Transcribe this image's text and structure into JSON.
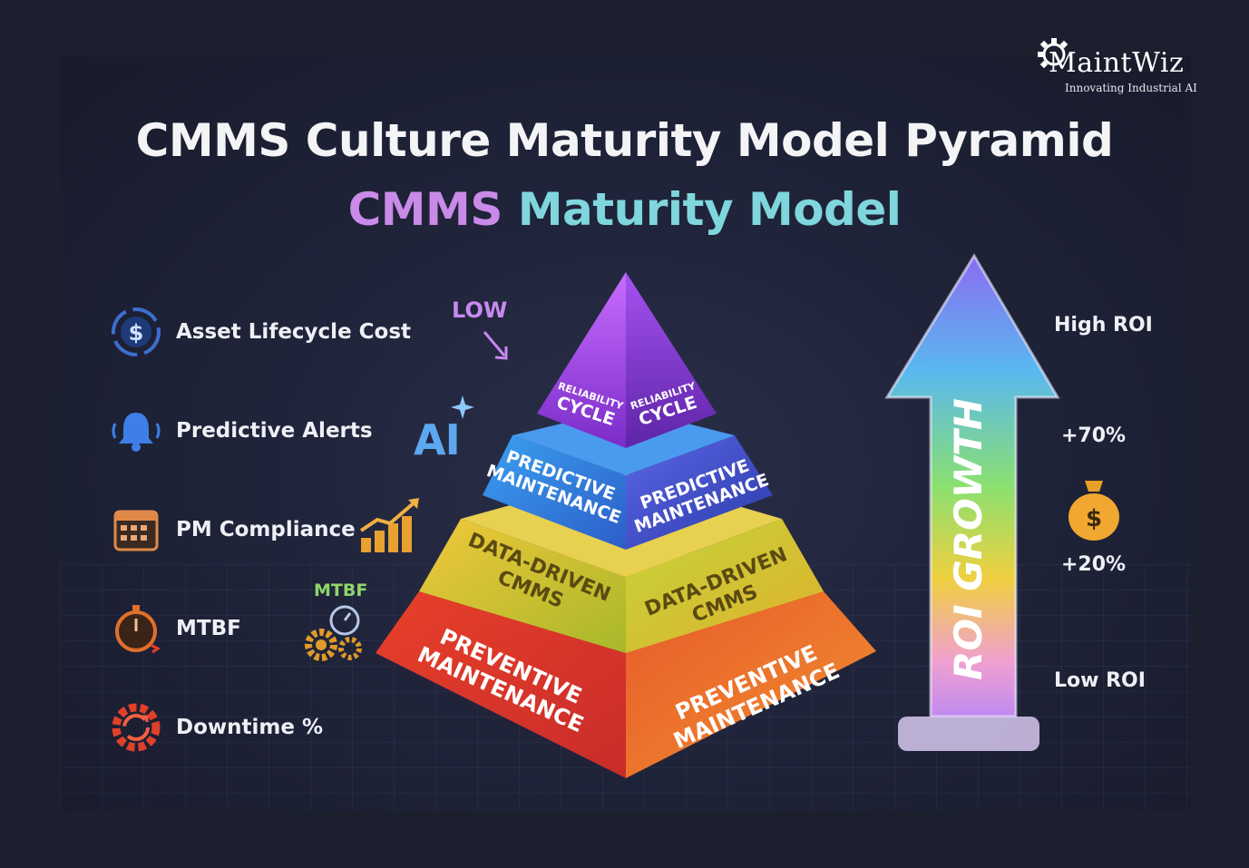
{
  "brand": {
    "name": "MaintWiz",
    "tagline": "Innovating Industrial AI"
  },
  "header": {
    "title": "CMMS Culture Maturity Model Pyramid",
    "subtitle_part1": "CMMS",
    "subtitle_part2": "Maturity Model"
  },
  "kpis": [
    {
      "label": "Asset Lifecycle Cost",
      "icon": "dollar-cycle-icon"
    },
    {
      "label": "Predictive Alerts",
      "icon": "bell-icon"
    },
    {
      "label": "PM Compliance",
      "icon": "calendar-icon"
    },
    {
      "label": "MTBF",
      "icon": "stopwatch-icon"
    },
    {
      "label": "Downtime %",
      "icon": "refresh-gear-icon"
    }
  ],
  "pyramid": {
    "low_label": "LOW",
    "ai_label": "AI",
    "mtbf_label": "MTBF",
    "levels": [
      {
        "line1": "RELIABILITY",
        "line2": "CYCLE",
        "color": "#9b3fe0"
      },
      {
        "line1": "PREDICTIVE",
        "line2": "MAINTENANCE",
        "color": "#3a74e0"
      },
      {
        "line1": "DATA-DRIVEN",
        "line2": "CMMS",
        "color": "#c9c22a"
      },
      {
        "line1": "PREVENTIVE",
        "line2": "MAINTENANCE",
        "color": "#e24a2a"
      }
    ]
  },
  "roi": {
    "arrow_label": "ROI GROWTH",
    "high": "High ROI",
    "plus70": "+70%",
    "plus20": "+20%",
    "low": "Low ROI"
  }
}
